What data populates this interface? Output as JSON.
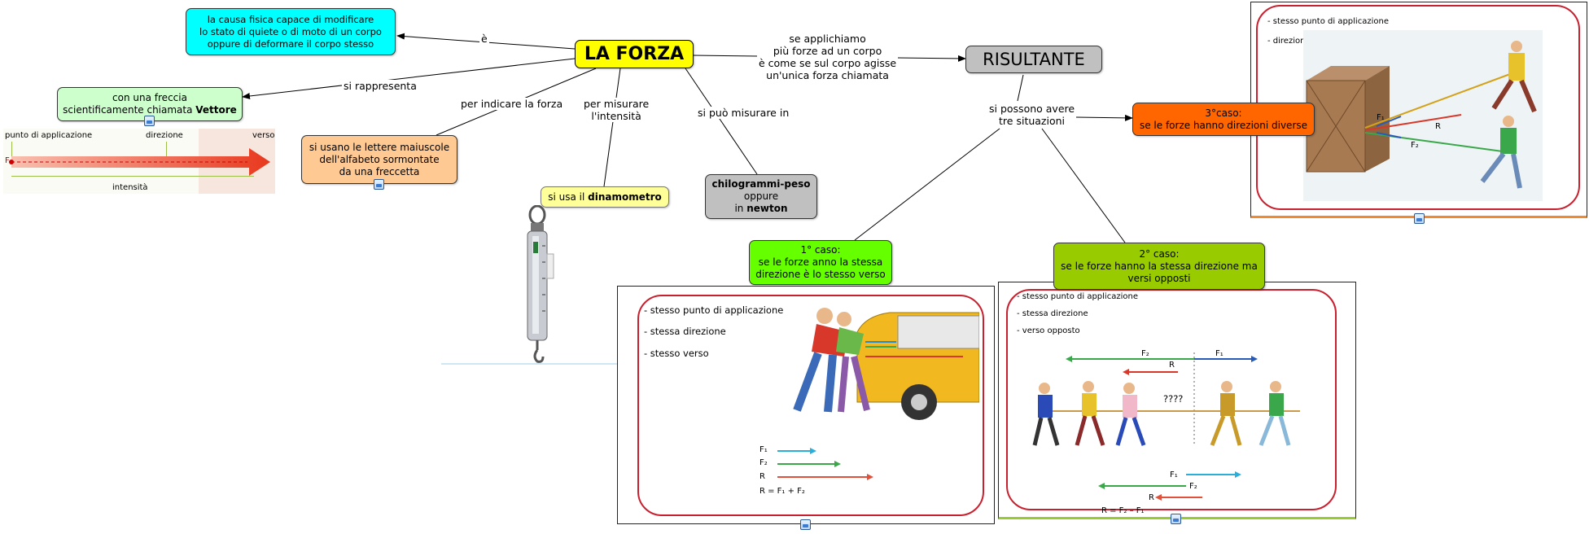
{
  "nodes": {
    "la_forza": "LA FORZA",
    "definition": [
      "la causa fisica capace di modificare",
      "lo stato di quiete o di moto di un corpo",
      "oppure di deformare il corpo stesso"
    ],
    "vettore_pre": "con una freccia",
    "vettore_line2_pre": "scientificamente chiamata ",
    "vettore_bold": "Vettore",
    "lettere": [
      "si usano le lettere maiuscole",
      "dell'alfabeto sormontate",
      "da una freccetta"
    ],
    "dinamometro_pre": "si usa il ",
    "dinamometro_bold": "dinamometro",
    "unita_bold1": "chilogrammi-peso",
    "unita_mid": "oppure",
    "unita_in": "in ",
    "unita_bold2": "newton",
    "risultante": "RISULTANTE",
    "caso1": [
      "1° caso:",
      "se le forze anno la stessa",
      "direzione è lo stesso verso"
    ],
    "caso2": [
      "2° caso:",
      "se le forze hanno la stessa direzione ma",
      "versi opposti"
    ],
    "caso3": [
      "3°caso:",
      "se le forze hanno direzioni diverse"
    ]
  },
  "labels": {
    "e": "è",
    "si_rappresenta": "si rappresenta",
    "per_indicare": "per indicare la forza",
    "per_misurare": [
      "per misurare",
      "l'intensità"
    ],
    "si_puo_misurare": "si può misurare in",
    "se_applichiamo": [
      "se applichiamo",
      "più forze ad un corpo",
      "è come  se sul corpo agisse",
      "un'unica forza chiamata"
    ],
    "si_possono": [
      "si possono avere",
      "tre situazioni"
    ]
  },
  "vector_image": {
    "punto": "punto di applicazione",
    "direzione": "direzione",
    "verso": "verso",
    "intensita": "intensità",
    "f": "F"
  },
  "caso1_image": {
    "bullets": [
      "-  stesso punto di  applicazione",
      "-  stessa direzione",
      "-  stesso verso"
    ],
    "f1": "F₁",
    "f2": "F₂",
    "r": "R",
    "formula": "R = F₁ + F₂"
  },
  "caso2_image": {
    "bullets": [
      "-  stesso punto di  applicazione",
      "-  stessa direzione",
      "-  verso opposto"
    ],
    "f1": "F₁",
    "f2": "F₂",
    "r": "R",
    "question": "????",
    "formula": "R = F₂ – F₁"
  },
  "caso3_image": {
    "bullets": [
      "-  stesso punto di  applicazione",
      "-  direzione diversa"
    ],
    "f1": "F₁",
    "f2": "F₂",
    "r": "R"
  },
  "colors": {
    "la_forza": "#ffff00",
    "definition": "#00ffff",
    "vettore": "#ccffcc",
    "lettere": "#ffc993",
    "dinamometro": "#ffff99",
    "unita": "#c0c0c0",
    "risultante": "#c0c0c0",
    "caso1": "#66ff00",
    "caso2": "#99cc00",
    "caso3": "#ff6600",
    "frame": "#c8202e"
  }
}
